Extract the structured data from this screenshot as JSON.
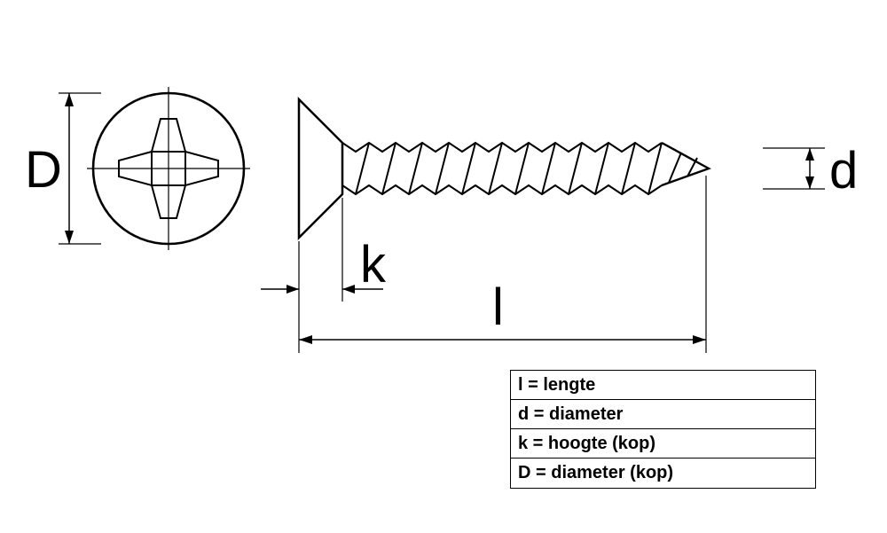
{
  "labels": {
    "head_diameter": "D",
    "shaft_diameter": "d",
    "head_height": "k",
    "length": "l"
  },
  "legend": {
    "rows": [
      "l = lengte",
      "d = diameter",
      "k = hoogte (kop)",
      "D = diameter (kop)"
    ]
  },
  "colors": {
    "line": "#000000",
    "background": "#ffffff"
  }
}
